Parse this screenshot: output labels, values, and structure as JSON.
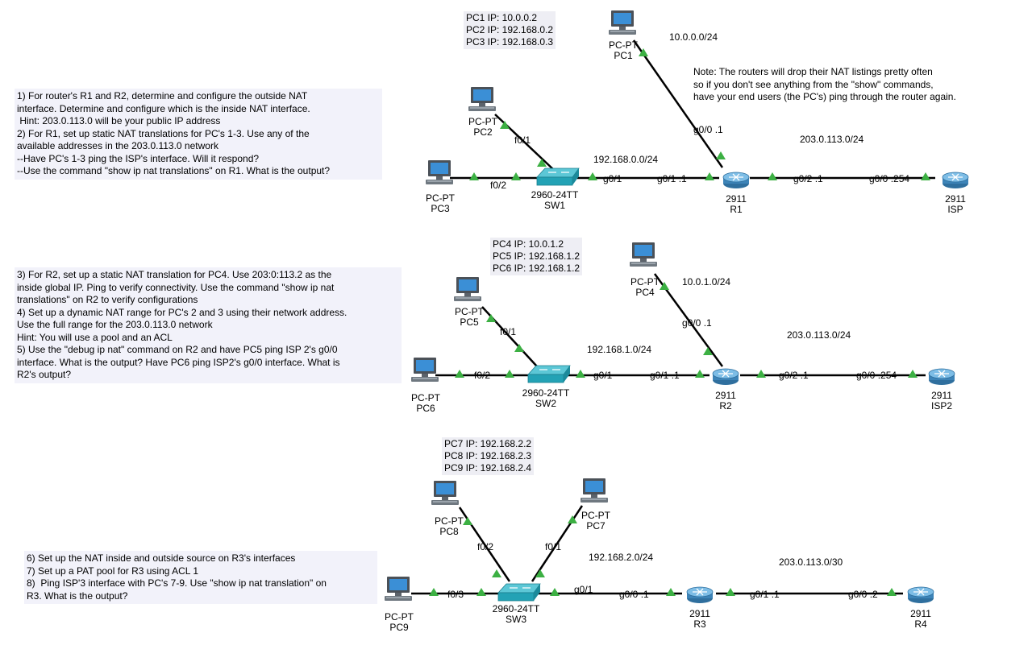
{
  "instructions": {
    "block1": "1) For router's R1 and R2, determine and configure the outside NAT\ninterface. Determine and configure which is the inside NAT interface.\n Hint: 203.0.113.0 will be your public IP address\n2) For R1, set up static NAT translations for PC's 1-3. Use any of the\navailable addresses in the 203.0.113.0 network\n--Have PC's 1-3 ping the ISP's interface. Will it respond?\n--Use the command \"show ip nat translations\" on R1. What is the output?",
    "block2": "3) For R2, set up a static NAT translation for PC4. Use 203:0:113.2 as the\ninside global IP. Ping to verify connectivity. Use the command \"show ip nat\ntranslations\" on R2 to verify configurations\n4) Set up a dynamic NAT range for PC's 2 and 3 using their network address.\nUse the full range for the 203.0.113.0 network\nHint: You will use a pool and an ACL\n5) Use the \"debug ip nat\" command on R2 and have PC5 ping ISP 2's g0/0\ninterface. What is the output? Have PC6 ping ISP2's g0/0 interface. What is\nR2's output?",
    "block3": "6) Set up the NAT inside and outside source on R3's interfaces\n7) Set up a PAT pool for R3 using ACL 1\n8)  Ping ISP'3 interface with PC's 7-9. Use \"show ip nat translation\" on\nR3. What is the output?"
  },
  "router_note": "Note: The routers will drop their NAT listings pretty often\nso if you don't see anything from the \"show\" commands,\nhave your end users (the PC's) ping through the router again.",
  "ip_lists": {
    "top": "PC1 IP: 10.0.0.2\nPC2 IP: 192.168.0.2\nPC3 IP: 192.168.0.3",
    "mid": "PC4 IP: 10.0.1.2\nPC5 IP: 192.168.1.2\nPC6 IP: 192.168.1.2",
    "bot": "PC7 IP: 192.168.2.2\nPC8 IP: 192.168.2.3\nPC9 IP: 192.168.2.4"
  },
  "devices": {
    "pc1": "PC-PT\nPC1",
    "pc2": "PC-PT\nPC2",
    "pc3": "PC-PT\nPC3",
    "sw1": "2960-24TT\nSW1",
    "r1": "2911\nR1",
    "isp": "2911\nISP",
    "pc4": "PC-PT\nPC4",
    "pc5": "PC-PT\nPC5",
    "pc6": "PC-PT\nPC6",
    "sw2": "2960-24TT\nSW2",
    "r2": "2911\nR2",
    "isp2": "2911\nISP2",
    "pc7": "PC-PT\nPC7",
    "pc8": "PC-PT\nPC8",
    "pc9": "PC-PT\nPC9",
    "sw3": "2960-24TT\nSW3",
    "r3": "2911\nR3",
    "r4": "2911\nR4"
  },
  "networks": {
    "n1": "10.0.0.0/24",
    "n2": "192.168.0.0/24",
    "n3": "203.0.113.0/24",
    "n4": "10.0.1.0/24",
    "n5": "192.168.1.0/24",
    "n6": "203.0.113.0/24",
    "n7": "192.168.2.0/24",
    "n8": "203.0.113.0/30"
  },
  "ports": {
    "t1_pc2_f01": "f0/1",
    "t1_pc3_f02": "f0/2",
    "t1_sw_g01": "g0/1",
    "t1_r1_g01": "g0/1 .1",
    "t1_r1_g00": "g0/0 .1",
    "t1_r1_g02": "g0/2 .1",
    "t1_isp_g00": "g0/0 .254",
    "t2_pc5_f01": "f0/1",
    "t2_pc6_f02": "f0/2",
    "t2_sw_g01": "g0/1",
    "t2_r2_g01": "g0/1 .1",
    "t2_r2_g00": "g0/0 .1",
    "t2_r2_g02": "g0/2 .1",
    "t2_isp_g00": "g0/0 .254",
    "t3_pc8_f02": "f0/2",
    "t3_pc7_f01": "f0/1",
    "t3_pc9_f03": "f0/3",
    "t3_sw_g01": "g0/1",
    "t3_r3_g00": "g0/0 .1",
    "t3_r3_g01": "g0/1 .1",
    "t3_r4_g00": "g0/0 .2"
  },
  "colors": {
    "link": "#000000",
    "link_up": "#3cb043",
    "router": "#4a96c8",
    "switch": "#2aa8bb",
    "pc_screen": "#3b8fd6"
  }
}
